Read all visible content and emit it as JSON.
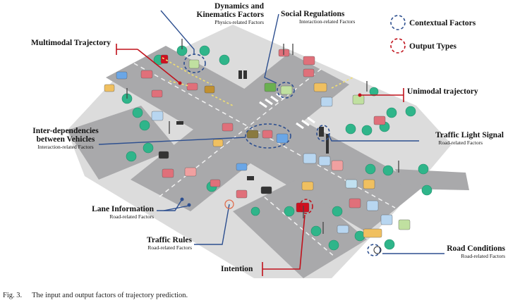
{
  "legend": {
    "contextual": "Contextual Factors",
    "output": "Output Types",
    "contextual_color": "#2d4f8f",
    "output_color": "#c0121c"
  },
  "labels": {
    "dynamics": {
      "title": "Dynamics and\nKinematics Factors",
      "sub": "Physics-related Factors"
    },
    "social": {
      "title": "Social Regulations",
      "sub": "Interaction-related Factors"
    },
    "multimodal": {
      "title": "Multimodal Trajectory"
    },
    "unimodal": {
      "title": "Unimodal trajectory"
    },
    "interdep": {
      "title": "Inter-dependencies\nbetween Vehicles",
      "sub": "Interaction-related Factors"
    },
    "traffic_light": {
      "title": "Traffic Light Signal",
      "sub": "Road-related Factors"
    },
    "lane": {
      "title": "Lane Information",
      "sub": "Road-related Factors"
    },
    "rules": {
      "title": "Traffic Rules",
      "sub": "Road-related Factors"
    },
    "road": {
      "title": "Road Conditions",
      "sub": "Road-related Factors"
    },
    "intention": {
      "title": "Intention"
    }
  },
  "caption": {
    "num": "Fig. 3.",
    "text": "The input and output factors of trajectory prediction."
  },
  "colors": {
    "road": "#a9a9ab",
    "road_edge": "#d8d8d8",
    "lane_mark": "#f2f2f2",
    "tree": "#2fb58a",
    "red_car": "#e0707a"
  }
}
